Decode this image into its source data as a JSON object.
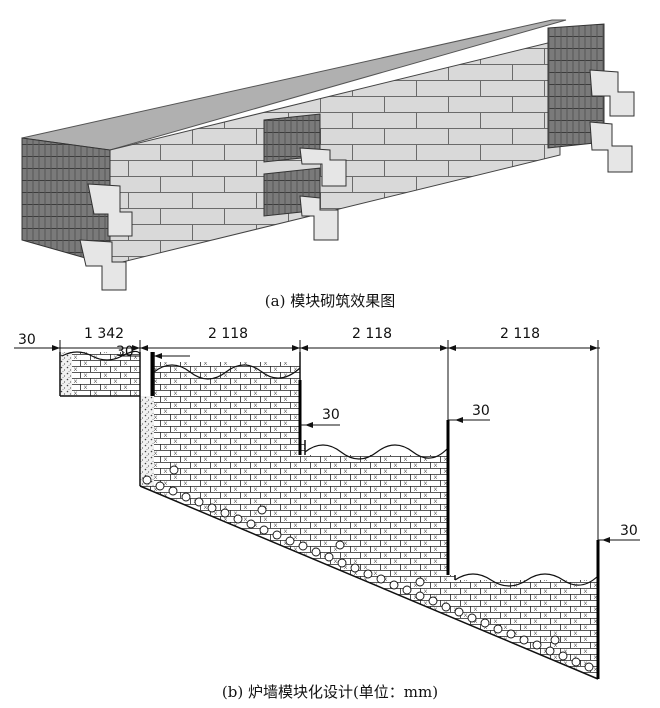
{
  "caption_a": "(a) 模块砌筑效果图",
  "caption_b": "(b) 炉墙模块化设计(单位：mm)",
  "dimensions": {
    "left_offset": "30",
    "seg1": "1 342",
    "seg1_gap": "30",
    "seg2": "2 118",
    "seg2_gap": "30",
    "seg3": "2 118",
    "seg3_gap": "30",
    "seg4": "2 118",
    "seg4_gap": "30"
  },
  "colors": {
    "brick_light": "#d9d9d9",
    "brick_dark": "#8a8a8a",
    "brick_shadow": "#5e5e5e",
    "line": "#111111"
  }
}
